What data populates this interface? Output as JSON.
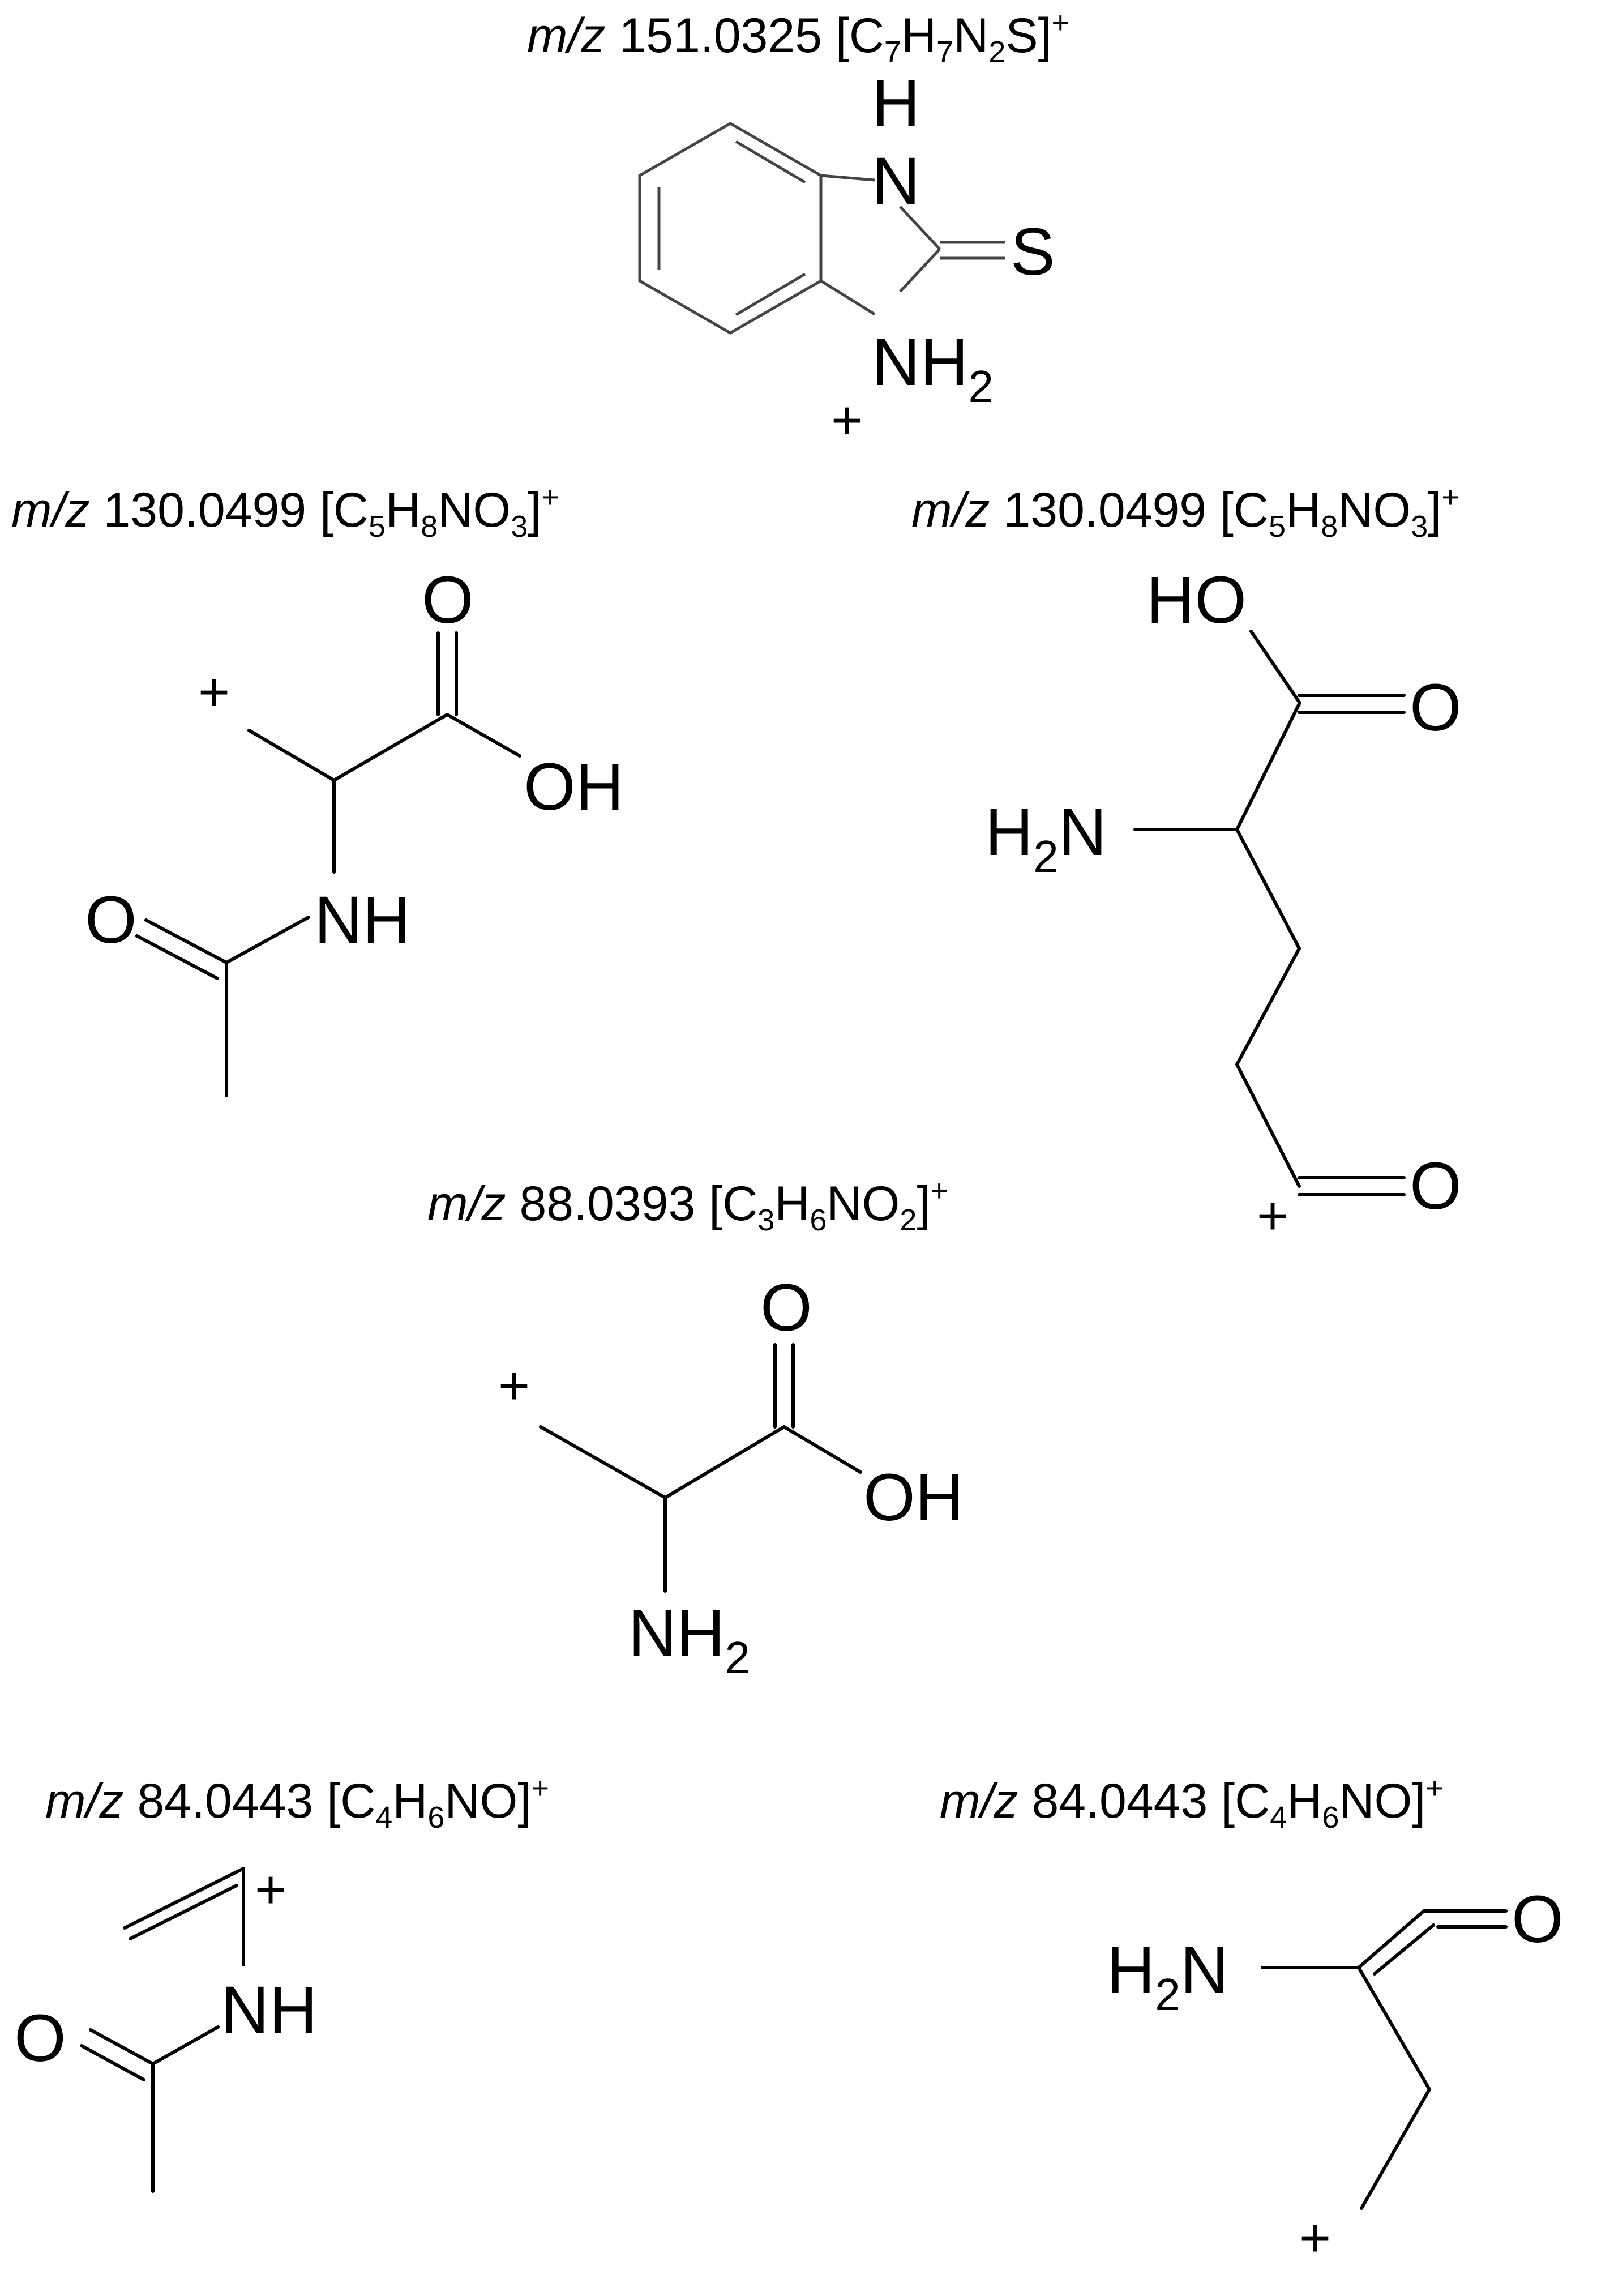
{
  "fragments": [
    {
      "id": "f1",
      "mz_prefix": "m/z",
      "mz_value": "151.0325",
      "formula": [
        {
          "t": "[C"
        },
        {
          "t": "7",
          "sub": true
        },
        {
          "t": "H"
        },
        {
          "t": "7",
          "sub": true
        },
        {
          "t": "N"
        },
        {
          "t": "2",
          "sub": true
        },
        {
          "t": "S]"
        },
        {
          "t": "+",
          "sup": true
        }
      ],
      "atoms": {
        "nh_top": "H",
        "n_top": "N",
        "s": "S",
        "nh2_n": "NH",
        "nh2_sub": "2",
        "charge": "+"
      }
    },
    {
      "id": "f2",
      "mz_prefix": "m/z",
      "mz_value": "130.0499",
      "formula": [
        {
          "t": "[C"
        },
        {
          "t": "5",
          "sub": true
        },
        {
          "t": "H"
        },
        {
          "t": "8",
          "sub": true
        },
        {
          "t": "NO"
        },
        {
          "t": "3",
          "sub": true
        },
        {
          "t": "]"
        },
        {
          "t": "+",
          "sup": true
        }
      ],
      "atoms": {
        "o_top": "O",
        "oh": "OH",
        "o_left": "O",
        "nh": "NH",
        "charge": "+"
      }
    },
    {
      "id": "f3",
      "mz_prefix": "m/z",
      "mz_value": "130.0499",
      "formula": [
        {
          "t": "[C"
        },
        {
          "t": "5",
          "sub": true
        },
        {
          "t": "H"
        },
        {
          "t": "8",
          "sub": true
        },
        {
          "t": "NO"
        },
        {
          "t": "3",
          "sub": true
        },
        {
          "t": "]"
        },
        {
          "t": "+",
          "sup": true
        }
      ],
      "atoms": {
        "ho": "HO",
        "o_right": "O",
        "h2n_h": "H",
        "h2n_sub": "2",
        "h2n_n": "N",
        "o_bottom": "O",
        "charge": "+"
      }
    },
    {
      "id": "f4",
      "mz_prefix": "m/z",
      "mz_value": "88.0393",
      "formula": [
        {
          "t": "[C"
        },
        {
          "t": "3",
          "sub": true
        },
        {
          "t": "H"
        },
        {
          "t": "6",
          "sub": true
        },
        {
          "t": "NO"
        },
        {
          "t": "2",
          "sub": true
        },
        {
          "t": "]"
        },
        {
          "t": "+",
          "sup": true
        }
      ],
      "atoms": {
        "o_top": "O",
        "oh": "OH",
        "nh2_n": "NH",
        "nh2_sub": "2",
        "charge": "+"
      }
    },
    {
      "id": "f5",
      "mz_prefix": "m/z",
      "mz_value": "84.0443",
      "formula": [
        {
          "t": "[C"
        },
        {
          "t": "4",
          "sub": true
        },
        {
          "t": "H"
        },
        {
          "t": "6",
          "sub": true
        },
        {
          "t": "NO]"
        },
        {
          "t": "+",
          "sup": true
        }
      ],
      "atoms": {
        "nh": "NH",
        "o_left": "O",
        "charge": "+"
      }
    },
    {
      "id": "f6",
      "mz_prefix": "m/z",
      "mz_value": "84.0443",
      "formula": [
        {
          "t": "[C"
        },
        {
          "t": "4",
          "sub": true
        },
        {
          "t": "H"
        },
        {
          "t": "6",
          "sub": true
        },
        {
          "t": "NO]"
        },
        {
          "t": "+",
          "sup": true
        }
      ],
      "atoms": {
        "o_right": "O",
        "h2n_h": "H",
        "h2n_sub": "2",
        "h2n_n": "N",
        "charge": "+"
      }
    }
  ]
}
